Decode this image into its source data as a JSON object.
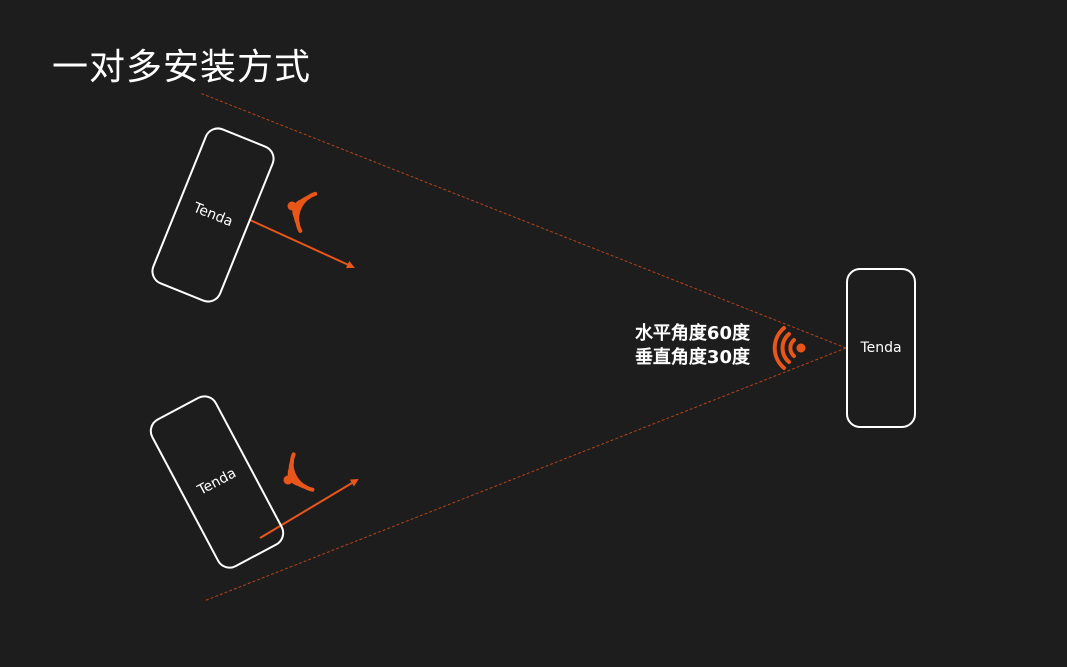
{
  "title": "一对多安装方式",
  "colors": {
    "background": "#1e1d1d",
    "accent": "#e8561a",
    "outline": "#ffffff",
    "beam": "#b2431a"
  },
  "devices": [
    {
      "id": "left-top",
      "label": "Tenda"
    },
    {
      "id": "left-bottom",
      "label": "Tenda"
    },
    {
      "id": "right",
      "label": "Tenda"
    }
  ],
  "angle_spec": {
    "horizontal": "水平角度60度",
    "vertical": "垂直角度30度"
  },
  "icons": [
    "wifi-signal-icon",
    "arrow-icon"
  ]
}
